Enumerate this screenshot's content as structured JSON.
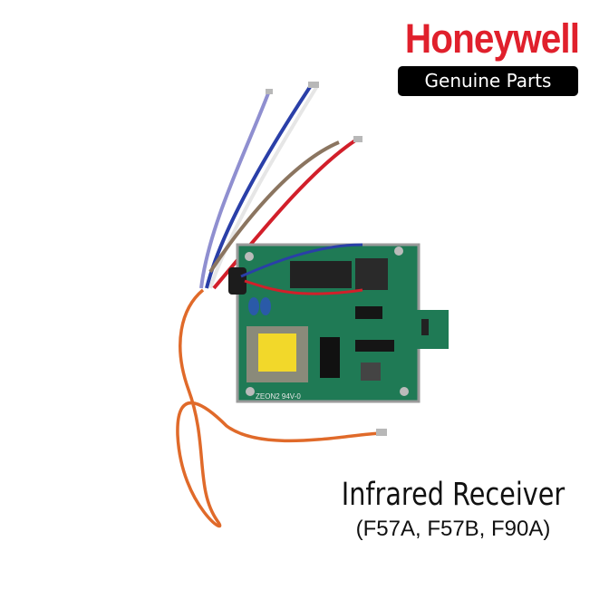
{
  "brand": {
    "name": "Honeywell",
    "color": "#e0202c"
  },
  "badge": {
    "label": "Genuine Parts",
    "background": "#000000",
    "text_color": "#ffffff"
  },
  "product": {
    "title": "Infrared Receiver",
    "models": "(F57A, F57B, F90A)",
    "board_marking": "ZEON2 94V-0"
  },
  "wires": {
    "colors": [
      "#8f8fd0",
      "#2a3fa8",
      "#e6e6e6",
      "#8b7560",
      "#d21f2a",
      "#e06a2a"
    ]
  }
}
